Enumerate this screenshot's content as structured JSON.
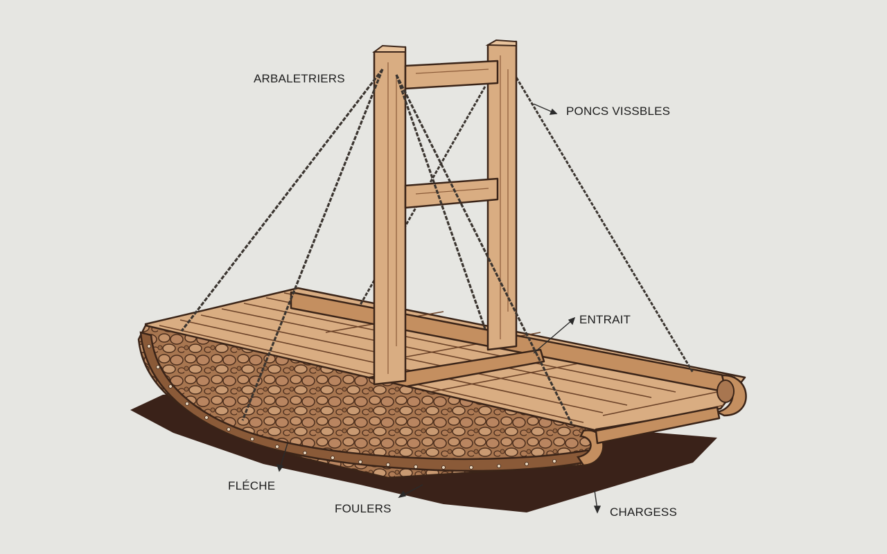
{
  "labels": {
    "arbaletriers": "ARBALETRIERS",
    "poncs_visibles": "PONCS VISSBLES",
    "entrait": "ENTRAIT",
    "fleche": "FLÉCHE",
    "foulers": "FOULERS",
    "chargess": "CHARGESS"
  },
  "colors": {
    "background": "#e6e6e2",
    "wood_light": "#d9ad82",
    "wood_mid": "#c48f60",
    "wood_dark": "#8a5a38",
    "outline": "#3a2418",
    "rope": "#3b3530",
    "shadow": "#3a2219"
  }
}
